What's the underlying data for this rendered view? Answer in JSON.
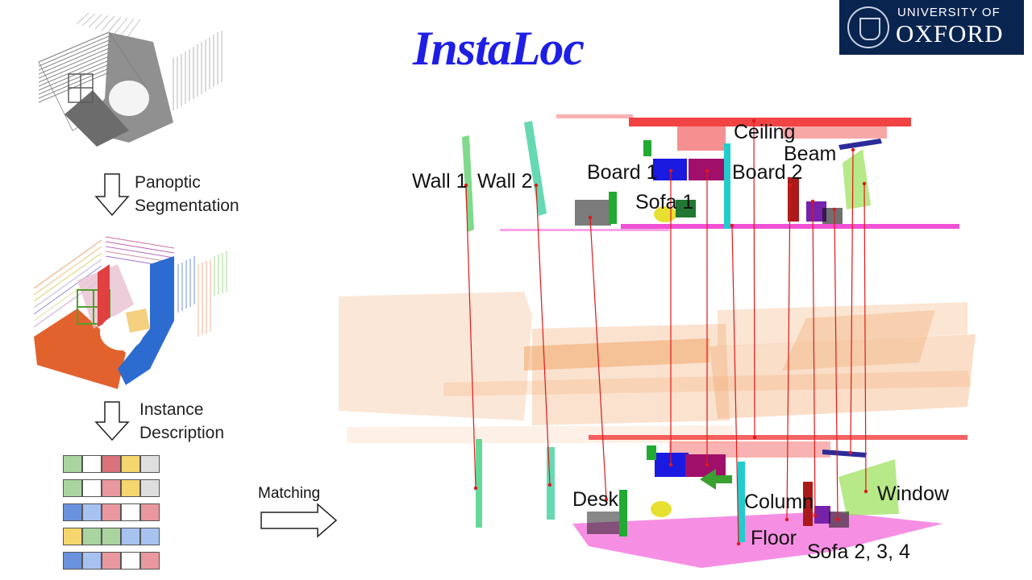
{
  "title": "InstaLoc",
  "logo": {
    "line1": "UNIVERSITY OF",
    "line2": "OXFORD"
  },
  "pipeline": {
    "step1": [
      "Panoptic",
      "Segmentation"
    ],
    "step2": [
      "Instance",
      "Description"
    ],
    "matching": "Matching"
  },
  "descriptor_rows": [
    [
      "#a9d4a0",
      "#ffffff",
      "#d9727a",
      "#f5d66e",
      "#dedede"
    ],
    [
      "#a9d4a0",
      "#ffffff",
      "#e8989e",
      "#f5d66e",
      "#dedede"
    ],
    [
      "#6a92dd",
      "#a8c2f0",
      "#e8989e",
      "#ffffff",
      "#e8989e"
    ],
    [
      "#f5d66e",
      "#a9d4a0",
      "#a9d4a0",
      "#a8c2f0",
      "#a8c2f0"
    ],
    [
      "#6a92dd",
      "#a8c2f0",
      "#e8989e",
      "#ffffff",
      "#e8989e"
    ]
  ],
  "labels": {
    "wall1": "Wall 1",
    "wall2": "Wall 2",
    "board1": "Board 1",
    "board2": "Board 2",
    "ceiling": "Ceiling",
    "beam": "Beam",
    "sofa1": "Sofa 1",
    "desk": "Desk",
    "column": "Column",
    "window": "Window",
    "floor": "Floor",
    "sofa234": "Sofa 2, 3, 4"
  },
  "colors": {
    "title": "#1e1ee6",
    "match_line": "#e01818",
    "map_cloud": "#f0a060",
    "ceiling": "#ee2222",
    "floor": "#ee33cc",
    "board1": "#1a1ae0",
    "board2": "#a0106a",
    "wall": "#33cc77",
    "column": "#22cccc",
    "window": "#99e055",
    "sofa": "#e8e030",
    "beam": "#2b2b9a"
  }
}
